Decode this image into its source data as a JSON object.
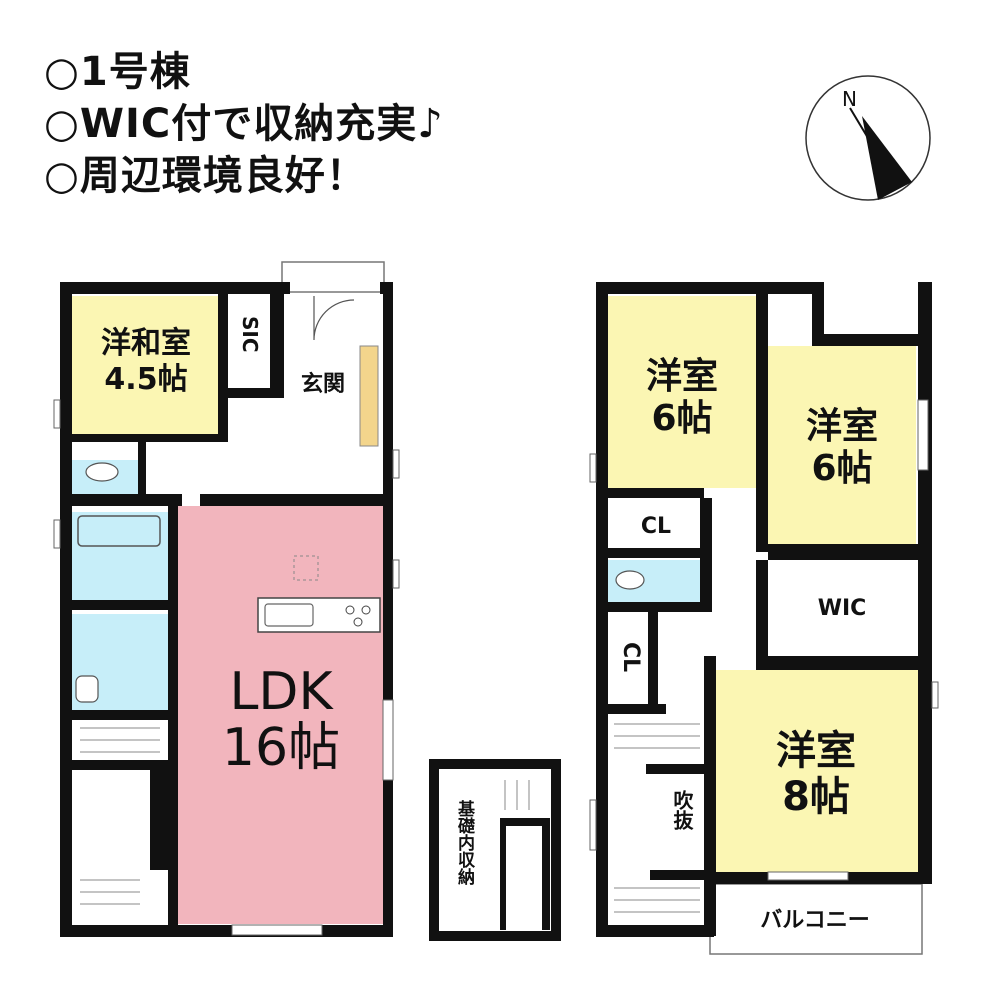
{
  "headings": [
    "○1号棟",
    "○WIC付で収納充実♪",
    "○周辺環境良好！"
  ],
  "compass": {
    "north_label": "N"
  },
  "colors": {
    "wall": "#111111",
    "ldk": "#f2b5bd",
    "bedroom": "#fbf6b3",
    "wet": "#c7eef9",
    "floor": "#ffffff"
  },
  "first_floor": {
    "washitsu": {
      "name": "洋和室",
      "size": "4.5帖"
    },
    "sic": "SIC",
    "genkan": "玄関",
    "ldk": {
      "name": "LDK",
      "size": "16帖"
    }
  },
  "storage": {
    "name": "基礎内収納"
  },
  "second_floor": {
    "room_a": {
      "name": "洋室",
      "size": "6帖"
    },
    "room_b": {
      "name": "洋室",
      "size": "6帖"
    },
    "room_c": {
      "name": "洋室",
      "size": "8帖"
    },
    "cl_1": "CL",
    "cl_2": "CL",
    "wic": "WIC",
    "fukinuke": "吹抜",
    "balcony": "バルコニー"
  }
}
